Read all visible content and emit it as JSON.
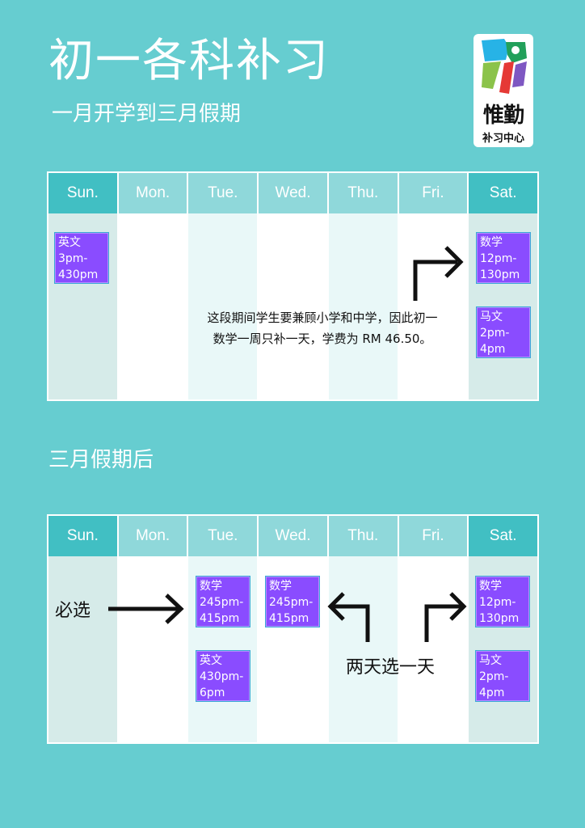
{
  "header": {
    "title": "初一各科补习",
    "subtitle": "一月开学到三月假期"
  },
  "logo": {
    "line1": "惟勤",
    "line2": "补习中心"
  },
  "calendar1": {
    "days": [
      "Sun.",
      "Mon.",
      "Tue.",
      "Wed.",
      "Thu.",
      "Fri.",
      "Sat."
    ],
    "events": {
      "sun_english": {
        "subject": "英文",
        "l1": "3pm-",
        "l2": "430pm"
      },
      "sat_math": {
        "subject": "数学",
        "l1": "12pm-",
        "l2": "130pm"
      },
      "sat_malay": {
        "subject": "马文",
        "l1": "2pm-",
        "l2": "4pm"
      }
    },
    "note_line1": "这段期间学生要兼顾小学和中学，因此初一",
    "note_line2": "数学一周只补一天，学费为 RM 46.50。"
  },
  "section2": {
    "title": "三月假期后"
  },
  "calendar2": {
    "days": [
      "Sun.",
      "Mon.",
      "Tue.",
      "Wed.",
      "Thu.",
      "Fri.",
      "Sat."
    ],
    "events": {
      "tue_math": {
        "subject": "数学",
        "l1": "245pm-",
        "l2": "415pm"
      },
      "tue_english": {
        "subject": "英文",
        "l1": "430pm-",
        "l2": "6pm"
      },
      "wed_math": {
        "subject": "数学",
        "l1": "245pm-",
        "l2": "415pm"
      },
      "sat_math": {
        "subject": "数学",
        "l1": "12pm-",
        "l2": "130pm"
      },
      "sat_malay": {
        "subject": "马文",
        "l1": "2pm-",
        "l2": "4pm"
      }
    },
    "label_required": "必选",
    "label_choose": "两天选一天"
  }
}
